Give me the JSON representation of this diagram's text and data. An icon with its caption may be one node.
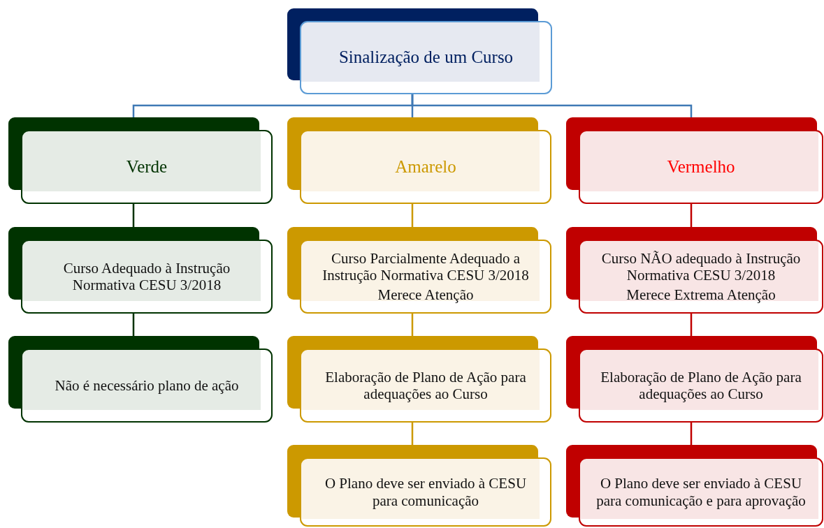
{
  "diagram": {
    "nodes": [
      {
        "text": [
          "Sinalização de um Curso"
        ]
      },
      {
        "text": [
          "Verde"
        ]
      },
      {
        "text": [
          "Amarelo"
        ]
      },
      {
        "text": [
          "Vermelho"
        ]
      },
      {
        "text": [
          "Curso Adequado à Instrução Normativa CESU 3/2018"
        ]
      },
      {
        "text": [
          "Curso Parcialmente Adequado a Instrução Normativa CESU 3/2018",
          "Merece Atenção"
        ]
      },
      {
        "text": [
          "Curso NÃO adequado à Instrução Normativa CESU 3/2018",
          "Merece Extrema Atenção"
        ]
      },
      {
        "text": [
          "Não é necessário plano de ação"
        ]
      },
      {
        "text": [
          "Elaboração de Plano de Ação para adequações ao Curso"
        ]
      },
      {
        "text": [
          "Elaboração de Plano de Ação para adequações ao Curso"
        ]
      },
      {
        "text": [
          "O Plano deve ser enviado à CESU para comunicação"
        ]
      },
      {
        "text": [
          "O Plano deve ser enviado à CESU para comunicação e para aprovação"
        ]
      }
    ],
    "edges": [
      {
        "from": 0,
        "to": 1,
        "arrow": "none",
        "color": "#3f79b5"
      },
      {
        "from": 0,
        "to": 2,
        "arrow": "none",
        "color": "#3f79b5"
      },
      {
        "from": 0,
        "to": 3,
        "arrow": "none",
        "color": "#3f79b5"
      },
      {
        "from": 1,
        "to": 4,
        "arrow": "none",
        "color": "#003300"
      },
      {
        "from": 4,
        "to": 7,
        "arrow": "none",
        "color": "#003300"
      },
      {
        "from": 2,
        "to": 5,
        "arrow": "none",
        "color": "#cc9900"
      },
      {
        "from": 5,
        "to": 8,
        "arrow": "none",
        "color": "#cc9900"
      },
      {
        "from": 8,
        "to": 10,
        "arrow": "none",
        "color": "#cc9900"
      },
      {
        "from": 3,
        "to": 6,
        "arrow": "none",
        "color": "#c00000"
      },
      {
        "from": 6,
        "to": 9,
        "arrow": "none",
        "color": "#c00000"
      },
      {
        "from": 9,
        "to": 11,
        "arrow": "none",
        "color": "#c00000"
      }
    ]
  }
}
